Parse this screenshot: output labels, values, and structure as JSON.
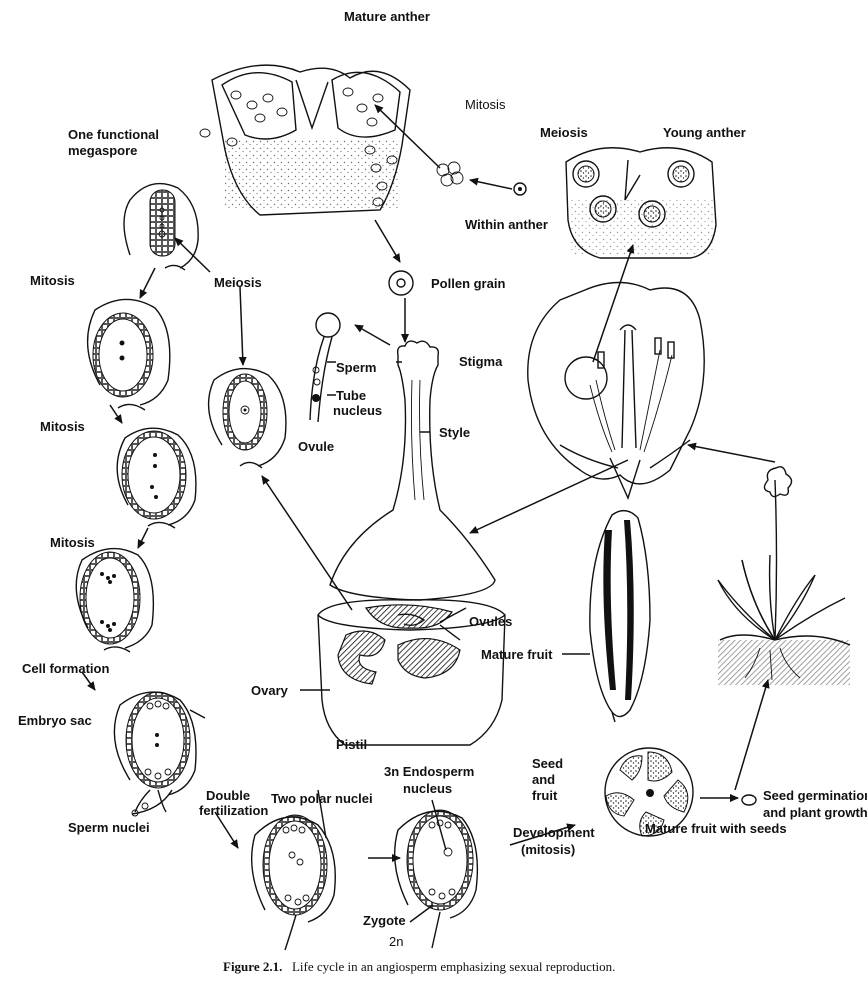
{
  "labels": {
    "mature_anther": "Mature anther",
    "mitosis_top": "Mitosis",
    "meiosis_top": "Meiosis",
    "young_anther": "Young anther",
    "within_anther": "Within anther",
    "one_functional": "One functional",
    "megaspore": "megaspore",
    "mitosis_1": "Mitosis",
    "meiosis_left": "Meiosis",
    "pollen_grain": "Pollen grain",
    "sperm": "Sperm",
    "stigma": "Stigma",
    "tube": "Tube",
    "nucleus": "nucleus",
    "style": "Style",
    "ovule": "Ovule",
    "mitosis_2": "Mitosis",
    "mitosis_3": "Mitosis",
    "ovules": "Ovules",
    "mature_fruit": "Mature fruit",
    "cell_formation": "Cell formation",
    "ovary": "Ovary",
    "embryo_sac": "Embryo sac",
    "pistil": "Pistil",
    "double": "Double",
    "fertilization": "fertilization",
    "sperm_nuclei": "Sperm nuclei",
    "two_polar_nuclei": "Two polar nuclei",
    "endosperm_3n": "3n Endosperm",
    "endosperm_nucleus": "nucleus",
    "seed": "Seed",
    "and": "and",
    "fruit": "fruit",
    "seed_germination": "Seed germination",
    "plant_growth": "and plant growth",
    "development": "Development",
    "mitosis_paren": "(mitosis)",
    "mature_fruit_seeds": "Mature fruit with seeds",
    "zygote": "Zygote",
    "zygote_2n": "2n"
  },
  "caption": {
    "figure_number": "Figure 2.1.",
    "text": "Life cycle in an angiosperm emphasizing sexual reproduction."
  }
}
